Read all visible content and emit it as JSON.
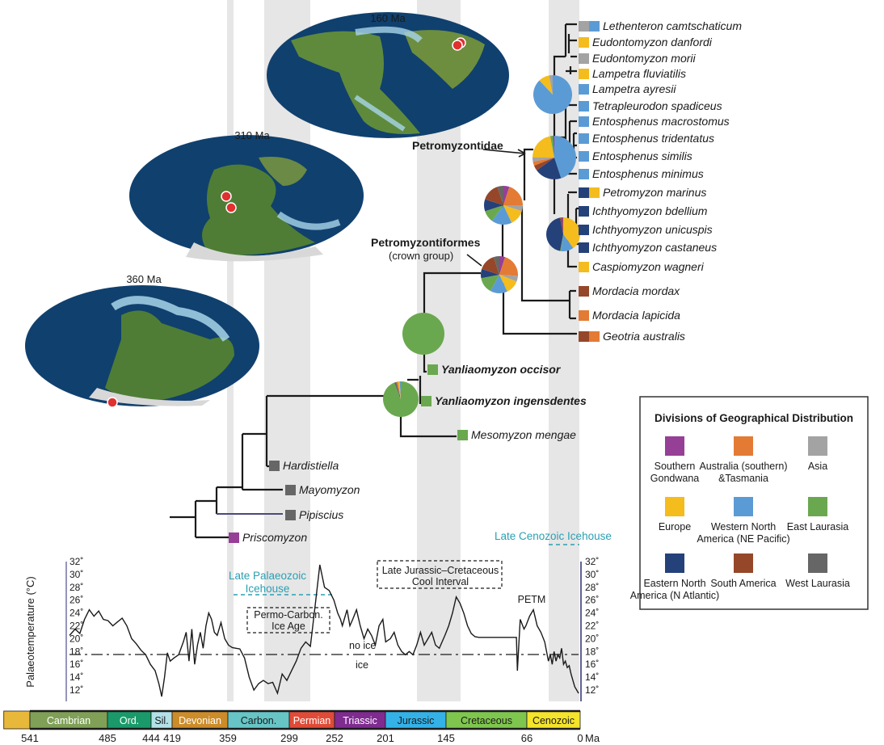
{
  "figure": {
    "maps": [
      {
        "label": "160 Ma"
      },
      {
        "label": "310 Ma"
      },
      {
        "label": "360 Ma"
      }
    ],
    "clades": {
      "petromyzontidae": "Petromyzontidae",
      "petromyzontiformes": "Petromyzontiformes",
      "crown_group": "(crown group)"
    },
    "region_colors": {
      "southern_gondwana": "#963f96",
      "australia_tasmania": "#e37b35",
      "asia": "#a3a3a3",
      "europe": "#f4bc1d",
      "western_north_america": "#5b9bd5",
      "east_laurasia": "#6aa84f",
      "eastern_north_america": "#24417a",
      "south_america": "#96472a",
      "west_laurasia": "#666666"
    },
    "taxa": [
      {
        "name": "Lethenteron camtschaticum",
        "regions": [
          "asia",
          "western_north_america"
        ],
        "bold": false
      },
      {
        "name": "Eudontomyzon danfordi",
        "regions": [
          "europe"
        ],
        "bold": false
      },
      {
        "name": "Eudontomyzon morii",
        "regions": [
          "asia"
        ],
        "bold": false
      },
      {
        "name": "Lampetra fluviatilis",
        "regions": [
          "europe"
        ],
        "bold": false
      },
      {
        "name": "Lampetra ayresii",
        "regions": [
          "western_north_america"
        ],
        "bold": false
      },
      {
        "name": "Tetrapleurodon spadiceus",
        "regions": [
          "western_north_america"
        ],
        "bold": false
      },
      {
        "name": "Entosphenus macrostomus",
        "regions": [
          "western_north_america"
        ],
        "bold": false
      },
      {
        "name": "Entosphenus tridentatus",
        "regions": [
          "western_north_america"
        ],
        "bold": false
      },
      {
        "name": "Entosphenus similis",
        "regions": [
          "western_north_america"
        ],
        "bold": false
      },
      {
        "name": "Entosphenus minimus",
        "regions": [
          "western_north_america"
        ],
        "bold": false
      },
      {
        "name": "Petromyzon marinus",
        "regions": [
          "eastern_north_america",
          "europe"
        ],
        "bold": false
      },
      {
        "name": "Ichthyomyzon bdellium",
        "regions": [
          "eastern_north_america"
        ],
        "bold": false
      },
      {
        "name": "Ichthyomyzon unicuspis",
        "regions": [
          "eastern_north_america"
        ],
        "bold": false
      },
      {
        "name": "Ichthyomyzon castaneus",
        "regions": [
          "eastern_north_america"
        ],
        "bold": false
      },
      {
        "name": "Caspiomyzon wagneri",
        "regions": [
          "europe"
        ],
        "bold": false
      },
      {
        "name": "Mordacia mordax",
        "regions": [
          "south_america"
        ],
        "bold": false
      },
      {
        "name": "Mordacia lapicida",
        "regions": [
          "australia_tasmania"
        ],
        "bold": false
      },
      {
        "name": "Geotria australis",
        "regions": [
          "south_america",
          "australia_tasmania"
        ],
        "bold": false
      },
      {
        "name": "Yanliaomyzon occisor",
        "regions": [
          "east_laurasia"
        ],
        "bold": true
      },
      {
        "name": "Yanliaomyzon ingensdentes",
        "regions": [
          "east_laurasia"
        ],
        "bold": true
      },
      {
        "name": "Mesomyzon mengae",
        "regions": [
          "east_laurasia"
        ],
        "bold": false
      },
      {
        "name": "Hardistiella",
        "regions": [
          "west_laurasia"
        ],
        "bold": false
      },
      {
        "name": "Mayomyzon",
        "regions": [
          "west_laurasia"
        ],
        "bold": false
      },
      {
        "name": "Pipiscius",
        "regions": [
          "west_laurasia"
        ],
        "bold": false
      },
      {
        "name": "Priscomyzon",
        "regions": [
          "southern_gondwana"
        ],
        "bold": false
      }
    ],
    "ancestral_pies": [
      {
        "node": "lampetra-lethenteron",
        "slices": {
          "western_north_america": 0.88,
          "europe": 0.09,
          "asia": 0.03
        }
      },
      {
        "node": "petromyzontidae",
        "slices": {
          "western_north_america": 0.45,
          "eastern_north_america": 0.2,
          "south_america": 0.04,
          "australia_tasmania": 0.03,
          "asia": 0.03,
          "europe": 0.22,
          "east_laurasia": 0.02,
          "southern_gondwana": 0.01
        }
      },
      {
        "node": "ichthyomyzon-petromyzon",
        "slices": {
          "europe": 0.4,
          "western_north_america": 0.12,
          "east_laurasia": 0.01,
          "eastern_north_america": 0.44,
          "south_america": 0.02,
          "southern_gondwana": 0.01
        }
      },
      {
        "node": "petromyzontidae-stem",
        "slices": {
          "southern_gondwana": 0.05,
          "australia_tasmania": 0.2,
          "asia": 0.05,
          "europe": 0.13,
          "western_north_america": 0.17,
          "east_laurasia": 0.1,
          "eastern_north_america": 0.1,
          "south_america": 0.15,
          "west_laurasia": 0.05
        }
      },
      {
        "node": "petromyzontiformes-crown",
        "slices": {
          "southern_gondwana": 0.05,
          "australia_tasmania": 0.21,
          "asia": 0.05,
          "europe": 0.12,
          "western_north_america": 0.15,
          "east_laurasia": 0.14,
          "eastern_north_america": 0.08,
          "south_america": 0.15,
          "west_laurasia": 0.05
        }
      },
      {
        "node": "yanliaomyzon-crown",
        "slices": {
          "east_laurasia": 1.0
        }
      },
      {
        "node": "mesomyzon-crown",
        "slices": {
          "east_laurasia": 0.94,
          "west_laurasia": 0.02,
          "australia_tasmania": 0.015,
          "europe": 0.015,
          "western_north_america": 0.01
        }
      }
    ],
    "legend": {
      "title": "Divisions of Geographical Distribution",
      "items": [
        {
          "key": "southern_gondwana",
          "lines": [
            "Southern",
            "Gondwana"
          ]
        },
        {
          "key": "australia_tasmania",
          "lines": [
            "Australia (southern)",
            "&Tasmania"
          ]
        },
        {
          "key": "asia",
          "lines": [
            "Asia"
          ]
        },
        {
          "key": "europe",
          "lines": [
            "Europe"
          ]
        },
        {
          "key": "western_north_america",
          "lines": [
            "Western North",
            "America (NE Pacific)"
          ]
        },
        {
          "key": "east_laurasia",
          "lines": [
            "East Laurasia"
          ]
        },
        {
          "key": "eastern_north_america",
          "lines": [
            "Eastern North",
            "America (N Atlantic)"
          ]
        },
        {
          "key": "south_america",
          "lines": [
            "South America"
          ]
        },
        {
          "key": "west_laurasia",
          "lines": [
            "West Laurasia"
          ]
        }
      ]
    },
    "temperature": {
      "ylabel": "Palaeotemperature (°C)",
      "ticks": [
        "32˚",
        "30˚",
        "28˚",
        "26˚",
        "24˚",
        "22˚",
        "20˚",
        "18˚",
        "16˚",
        "14˚",
        "12˚"
      ],
      "tick_values": [
        32,
        30,
        28,
        26,
        24,
        22,
        20,
        18,
        16,
        14,
        12
      ],
      "threshold": 18,
      "no_ice_label": "no ice",
      "ice_label": "ice",
      "icehouses": [
        "Late Palaeozoic",
        "Icehouse",
        "Late Cenozoic Icehouse"
      ],
      "annotations": {
        "permo_carbon": [
          "Permo-Carbon.",
          "Ice Age"
        ],
        "jurassic_cretaceous": [
          "Late Jurassic–Cretaceous",
          "Cool Interval"
        ],
        "petm": "PETM"
      },
      "curve_ma": [
        541,
        535,
        530,
        525,
        520,
        515,
        510,
        505,
        500,
        495,
        490,
        485,
        480,
        475,
        470,
        465,
        460,
        455,
        450,
        446,
        443,
        440,
        437,
        434,
        430,
        425,
        420,
        417,
        414,
        411,
        408,
        405,
        402,
        399,
        396,
        393,
        390,
        387,
        384,
        380,
        376,
        372,
        368,
        364,
        360,
        355,
        350,
        345,
        340,
        335,
        330,
        325,
        320,
        315,
        310,
        305,
        300,
        295,
        290,
        285,
        280,
        275,
        270,
        265,
        260,
        256,
        253,
        251,
        249,
        246,
        243,
        240,
        236,
        232,
        228,
        224,
        220,
        216,
        212,
        208,
        205,
        200,
        196,
        192,
        188,
        184,
        180,
        176,
        172,
        168,
        164,
        160,
        156,
        152,
        148,
        145,
        142,
        138,
        134,
        130,
        126,
        122,
        118,
        114,
        110,
        106,
        102,
        98,
        94,
        90,
        86,
        82,
        78,
        74,
        70,
        67,
        66,
        65,
        62,
        58,
        56,
        52,
        48,
        44,
        40,
        36,
        34,
        32,
        30,
        28,
        26,
        24,
        22,
        20,
        18,
        16,
        14,
        12,
        10,
        8,
        6,
        4,
        2,
        0
      ],
      "curve_temp": [
        20.5,
        21.5,
        20.8,
        23,
        24.5,
        23.5,
        24.3,
        23,
        22.8,
        22,
        22.6,
        23.2,
        22,
        20,
        19.2,
        18.2,
        17.5,
        16,
        15,
        13,
        11,
        14,
        17.8,
        16.5,
        17,
        17.5,
        19.5,
        21,
        16.5,
        21.5,
        16,
        19,
        21,
        18.5,
        22,
        24,
        23,
        21,
        20.5,
        22.5,
        20,
        19,
        18.6,
        18.5,
        18.4,
        17,
        14,
        12,
        13,
        13.5,
        13,
        13.2,
        11.5,
        14.5,
        13.5,
        15,
        16.5,
        18.5,
        19.5,
        18.8,
        25,
        31.5,
        28,
        27.5,
        26,
        24,
        23,
        22,
        23,
        24.5,
        22,
        23,
        24.5,
        22,
        20,
        21.5,
        20.5,
        19,
        22,
        23,
        19.5,
        20,
        21,
        19,
        18,
        17.5,
        18,
        17.5,
        19,
        21,
        19,
        20,
        21,
        19,
        18.5,
        19.5,
        20.5,
        22,
        24,
        26.5,
        25.5,
        24,
        22,
        20.8,
        20.3,
        20.2,
        20.2,
        20.2,
        20.2,
        20.2,
        20.2,
        20.2,
        20.2,
        20.2,
        20.2,
        20.2,
        20.2,
        15,
        23,
        21.5,
        22,
        23.5,
        24.5,
        22,
        21,
        19.5,
        18,
        16.5,
        17.5,
        16,
        18,
        16.5,
        17.5,
        17,
        18.5,
        16,
        16.5,
        15.5,
        15.8,
        14.5,
        13.5,
        12.5,
        12,
        11.5,
        14
      ]
    },
    "timescale": {
      "periods": [
        {
          "name": "",
          "start": 541,
          "end": 560,
          "color": "#e8b83a"
        },
        {
          "name": "Cambrian",
          "start": 485,
          "end": 541,
          "color": "#7fa056"
        },
        {
          "name": "Ord.",
          "start": 444,
          "end": 485,
          "color": "#1a9a6a"
        },
        {
          "name": "Sil.",
          "start": 419,
          "end": 444,
          "color": "#b3e1e8"
        },
        {
          "name": "Devonian",
          "start": 359,
          "end": 419,
          "color": "#cc8c29"
        },
        {
          "name": "Carbon.",
          "start": 299,
          "end": 359,
          "color": "#67c5c6"
        },
        {
          "name": "Permian",
          "start": 252,
          "end": 299,
          "color": "#e04b37"
        },
        {
          "name": "Triassic",
          "start": 201,
          "end": 252,
          "color": "#7f2b90"
        },
        {
          "name": "Jurassic",
          "start": 145,
          "end": 201,
          "color": "#34b2e8"
        },
        {
          "name": "Cretaceous",
          "start": 66,
          "end": 145,
          "color": "#7fc64e"
        },
        {
          "name": "Cenozoic",
          "start": 0,
          "end": 66,
          "color": "#f4e42b"
        }
      ],
      "ages": [
        "541",
        "485",
        "444",
        "419",
        "359",
        "299",
        "252",
        "201",
        "145",
        "66",
        "0"
      ],
      "age_values": [
        541,
        485,
        444,
        419,
        359,
        299,
        252,
        201,
        145,
        66,
        0
      ],
      "unit": "Ma"
    },
    "highlight_bands_ma": [
      [
        355,
        350
      ],
      [
        310,
        265
      ],
      [
        180,
        130
      ],
      [
        40,
        0
      ]
    ]
  }
}
